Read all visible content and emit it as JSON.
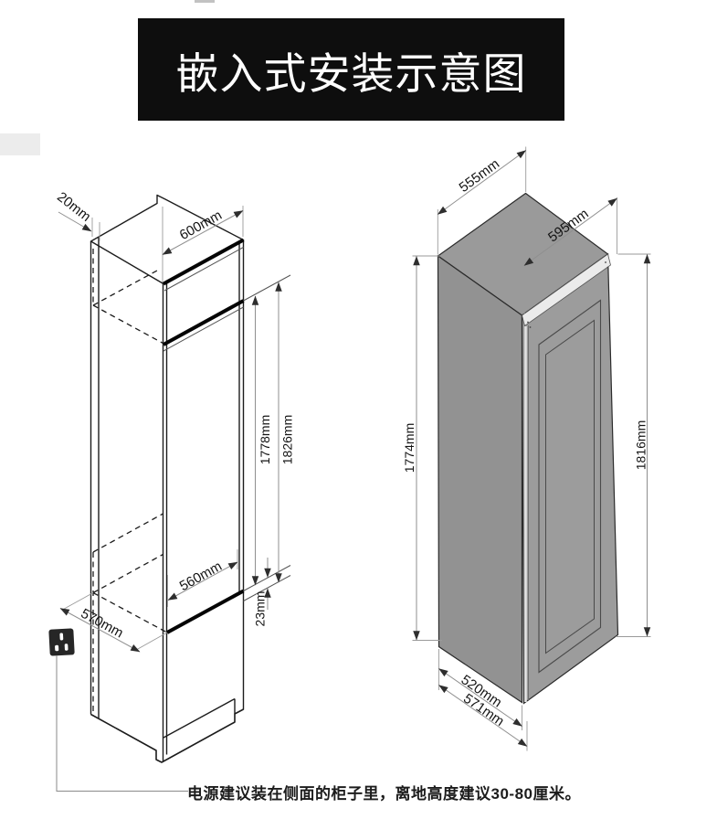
{
  "title": "嵌入式安装示意图",
  "note": "电源建议装在侧面的柜子里，离地高度建议30-80厘米。",
  "left_diagram": {
    "description": "built-in cabinet niche with hidden edges and power socket",
    "labels": {
      "wall_thickness": "20mm",
      "top_depth": "600mm",
      "niche_height": "1778mm",
      "total_height": "1826mm",
      "inner_depth": "560mm",
      "floor_depth": "570mm",
      "bottom_gap": "23mm"
    }
  },
  "right_diagram": {
    "description": "appliance outer dimensions",
    "labels": {
      "top_depth": "555mm",
      "front_width": "595mm",
      "body_height": "1774mm",
      "total_height": "1816mm",
      "bottom_depth": "520mm",
      "bottom_total_depth": "571mm"
    }
  },
  "colors": {
    "banner_bg": "#0e0e0e",
    "banner_text": "#ffffff",
    "appliance_gray": "#9a9a9a",
    "outline": "#1c1c1c",
    "dim_line": "#8f8f8f"
  }
}
